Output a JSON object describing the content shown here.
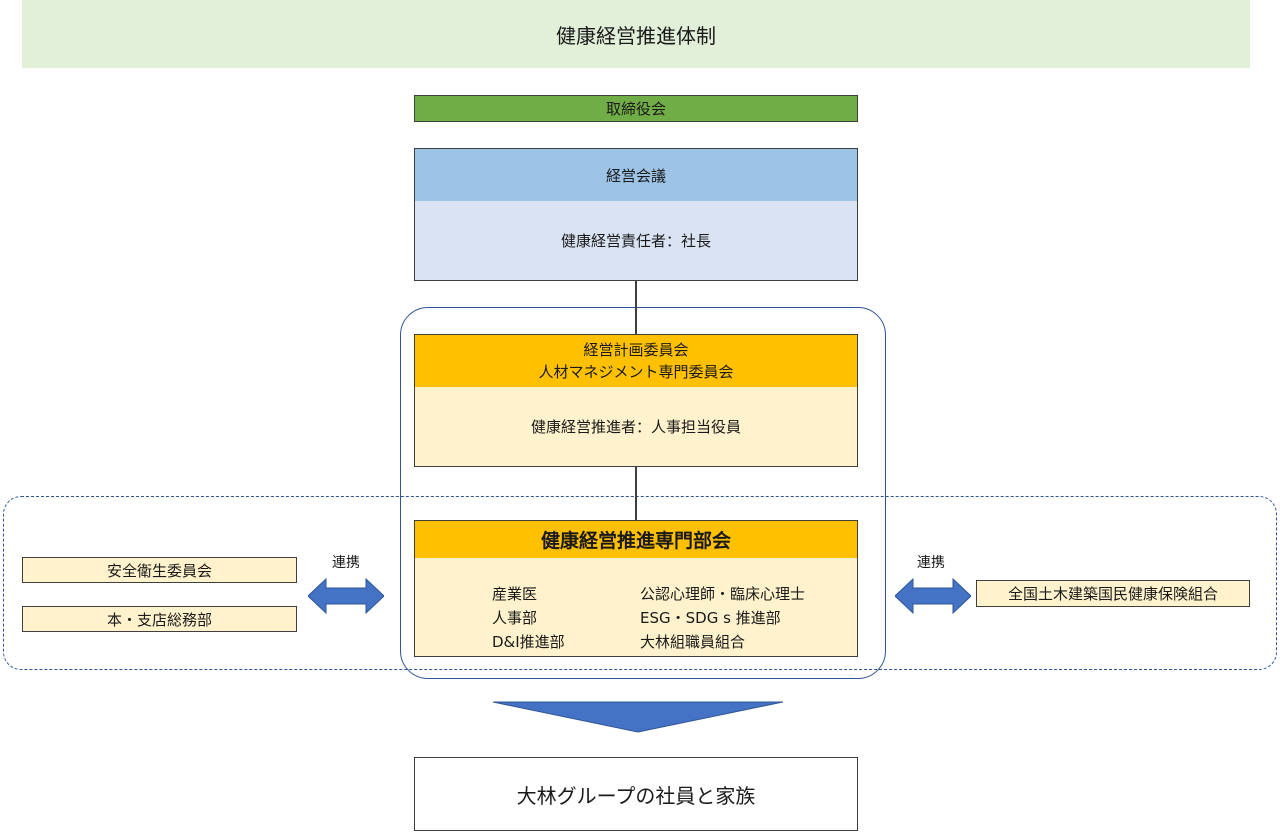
{
  "banner": {
    "title": "健康経営推進体制"
  },
  "board": {
    "label": "取締役会"
  },
  "management": {
    "header": "経営会議",
    "body": "健康経営責任者：社長"
  },
  "planning": {
    "header_line1": "経営計画委員会",
    "header_line2": "人材マネジメント専門委員会",
    "body": "健康経営推進者：人事担当役員"
  },
  "department": {
    "header": "健康経営推進専門部会",
    "members_left": [
      "産業医",
      "人事部",
      "D&I推進部"
    ],
    "members_right": [
      "公認心理師・臨床心理士",
      "ESG・SDG s 推進部",
      "大林組職員組合"
    ]
  },
  "left_boxes": {
    "safety": "安全衛生委員会",
    "branch": "本・支店総務部"
  },
  "right_box": {
    "insurance": "全国土木建築国民健康保険組合"
  },
  "links": {
    "left_label": "連携",
    "right_label": "連携"
  },
  "target": {
    "label": "大林グループの社員と家族"
  },
  "colors": {
    "banner": "#e2efd9",
    "board": "#70ad47",
    "management_header": "#9dc3e6",
    "management_body": "#dae3f3",
    "orange": "#ffc000",
    "cream": "#fff2cc",
    "arrow": "#4472c4",
    "frame": "#2f5597"
  }
}
